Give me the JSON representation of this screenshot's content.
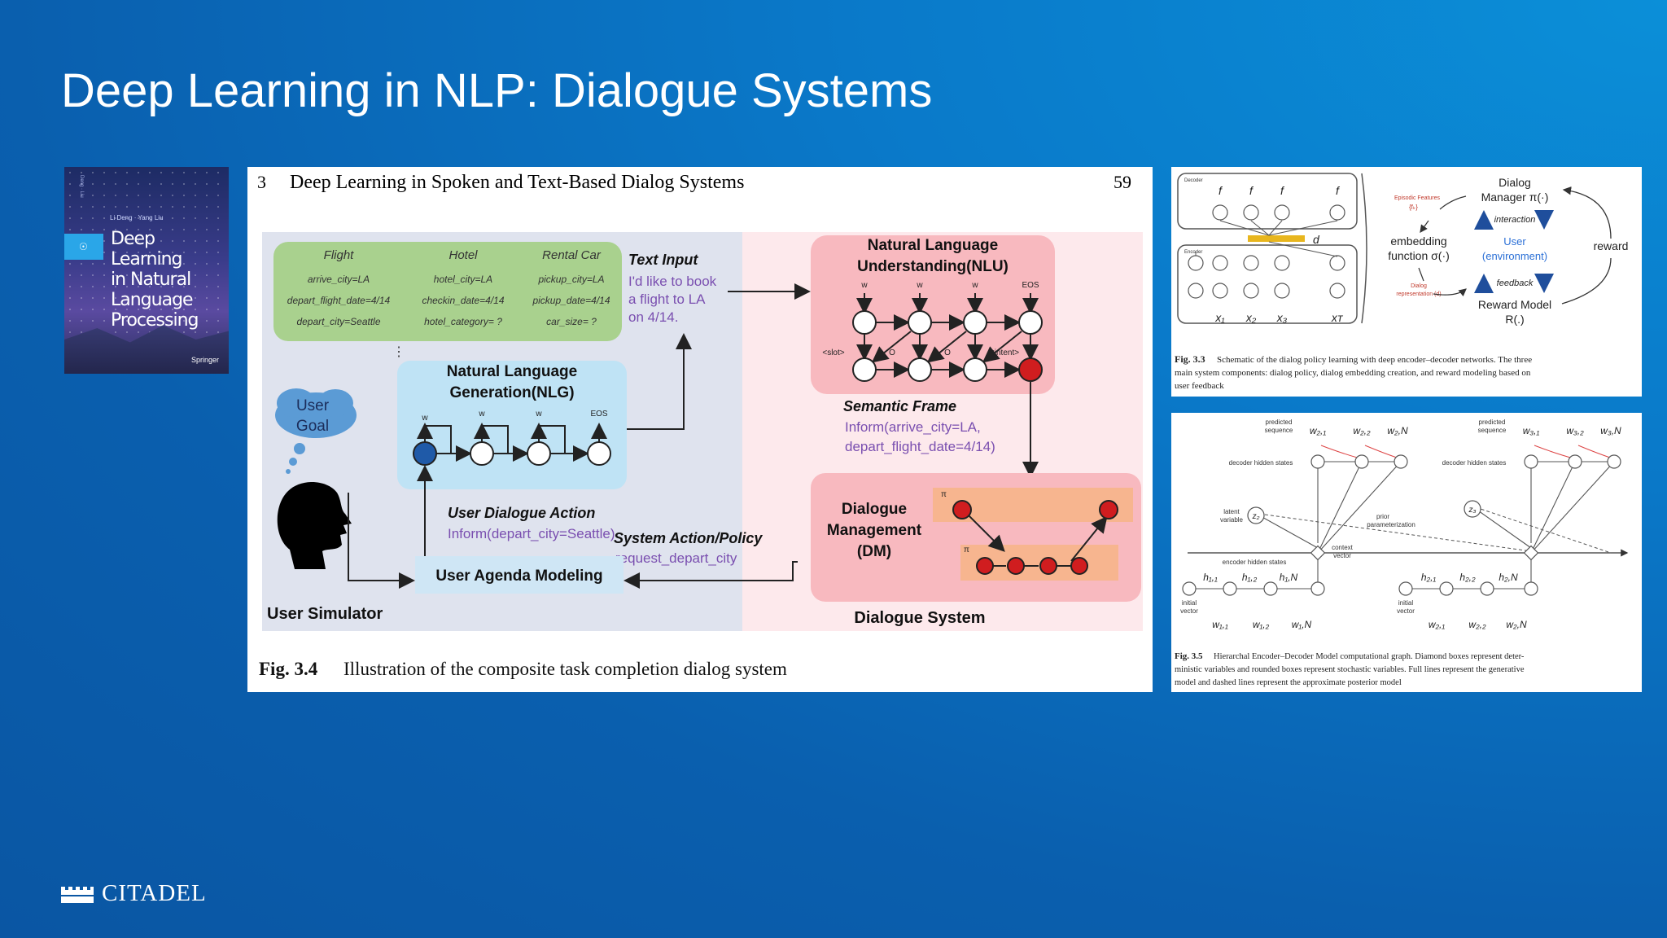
{
  "slide": {
    "title": "Deep Learning in NLP: Dialogue Systems",
    "logo_text": "CITADEL"
  },
  "book": {
    "authors": "Li Deng · Yang Liu",
    "title_line1": "Deep Learning",
    "title_line2": "in Natural",
    "title_line3": "Language",
    "title_line4": "Processing",
    "publisher": "Springer",
    "spine": "Deng · Liu"
  },
  "main_figure": {
    "chapter": "3",
    "header": "Deep Learning in Spoken and Text-Based Dialog Systems",
    "page_no": "59",
    "caption_label": "Fig. 3.4",
    "caption_text": "Illustration of the composite task completion dialog system",
    "table_headers": [
      "Flight",
      "Hotel",
      "Rental Car"
    ],
    "table_rows": [
      [
        "arrive_city=LA",
        "hotel_city=LA",
        "pickup_city=LA"
      ],
      [
        "depart_flight_date=4/14",
        "checkin_date=4/14",
        "pickup_date=4/14"
      ],
      [
        "depart_city=Seattle",
        "hotel_category= ?",
        "car_size= ?"
      ]
    ],
    "text_input_title": "Text Input",
    "text_input_lines": [
      "I'd like to book",
      "a flight to LA",
      "on 4/14."
    ],
    "nlu_title_1": "Natural Language",
    "nlu_title_2": "Understanding(NLU)",
    "nlu_labels": [
      "w",
      "w",
      "w",
      "EOS",
      "<slot>",
      "O",
      "O",
      "<intent>"
    ],
    "nlg_title_1": "Natural Language",
    "nlg_title_2": "Generation(NLG)",
    "nlg_labels": [
      "w",
      "w",
      "w",
      "EOS"
    ],
    "user_goal_1": "User",
    "user_goal_2": "Goal",
    "semantic_frame_title": "Semantic Frame",
    "semantic_frame_line1": "Inform(arrive_city=LA,",
    "semantic_frame_line2": "depart_flight_date=4/14)",
    "user_dialogue_action_title": "User Dialogue Action",
    "user_dialogue_action_value": "Inform(depart_city=Seattle)",
    "system_action_title": "System Action/Policy",
    "system_action_value": "request_depart_city",
    "dm_line1": "Dialogue",
    "dm_line2": "Management",
    "dm_line3": "(DM)",
    "user_agenda": "User Agenda Modeling",
    "user_simulator": "User Simulator",
    "dialogue_system": "Dialogue System"
  },
  "fig33": {
    "labels": {
      "decoder": "Decoder",
      "encoder": "Encoder",
      "f": "f",
      "d": "d",
      "episodic": "Episodic Features",
      "episodic_sub": "{fₖ}",
      "embedding_1": "embedding",
      "embedding_2": "function σ(·)",
      "dialog_rep_1": "Dialog",
      "dialog_rep_2": "representation (d)",
      "dm_1": "Dialog",
      "dm_2": "Manager π(·)",
      "interaction": "interaction",
      "user_1": "User",
      "user_2": "(environment)",
      "feedback": "feedback",
      "reward": "reward",
      "rm_1": "Reward Model",
      "rm_2": "R(.)",
      "x_labels": [
        "x₁",
        "x₂",
        "x₃",
        "xᴛ"
      ]
    },
    "caption_label": "Fig. 3.3",
    "caption_lines": [
      "Schematic of the dialog policy learning with deep encoder–decoder networks. The three",
      "main system components: dialog policy, dialog embedding creation, and reward modeling based on",
      "user feedback"
    ]
  },
  "fig35": {
    "labels": {
      "predicted_1": "predicted",
      "predicted_2": "sequence",
      "decoder_hidden": "decoder hidden states",
      "latent_1": "latent",
      "latent_2": "variable",
      "prior_1": "prior",
      "prior_2": "parameterization",
      "context_1": "context",
      "context_2": "vector",
      "encoder_hidden": "encoder hidden states",
      "initial_1": "initial",
      "initial_2": "vector",
      "z2": "z₂",
      "z3": "z₃",
      "top_left": [
        "w₂,₁",
        "w₂,₂",
        "w₂,N"
      ],
      "top_right": [
        "w₃,₁",
        "w₃,₂",
        "w₃,N"
      ],
      "h_left": [
        "h₁,₁",
        "h₁,₂",
        "h₁,N"
      ],
      "h_right": [
        "h₂,₁",
        "h₂,₂",
        "h₂,N"
      ],
      "bottom_left": [
        "w₁,₁",
        "w₁,₂",
        "w₁,N"
      ],
      "bottom_right": [
        "w₂,₁",
        "w₂,₂",
        "w₂,N"
      ]
    },
    "caption_label": "Fig. 3.5",
    "caption_lines": [
      "Hierarchal Encoder–Decoder Model computational graph. Diamond boxes represent deter-",
      "ministic variables and rounded boxes represent stochastic variables. Full lines represent the generative",
      "model and dashed lines represent the approximate posterior model"
    ]
  },
  "colors": {
    "background": "#0a6fc2",
    "sim_panel": "#dfe3ee",
    "dialogue_panel": "#fde9ec",
    "nlu_box": "#f8b9bf",
    "table_box": "#a9d18e",
    "nlg_box": "#bfe3f5",
    "agenda_box": "#cfe6f5",
    "dm_inner": "#f7b58f",
    "node_red": "#d01d1f",
    "node_blue": "#1f5aa8",
    "purple_text": "#7a4fb0"
  }
}
